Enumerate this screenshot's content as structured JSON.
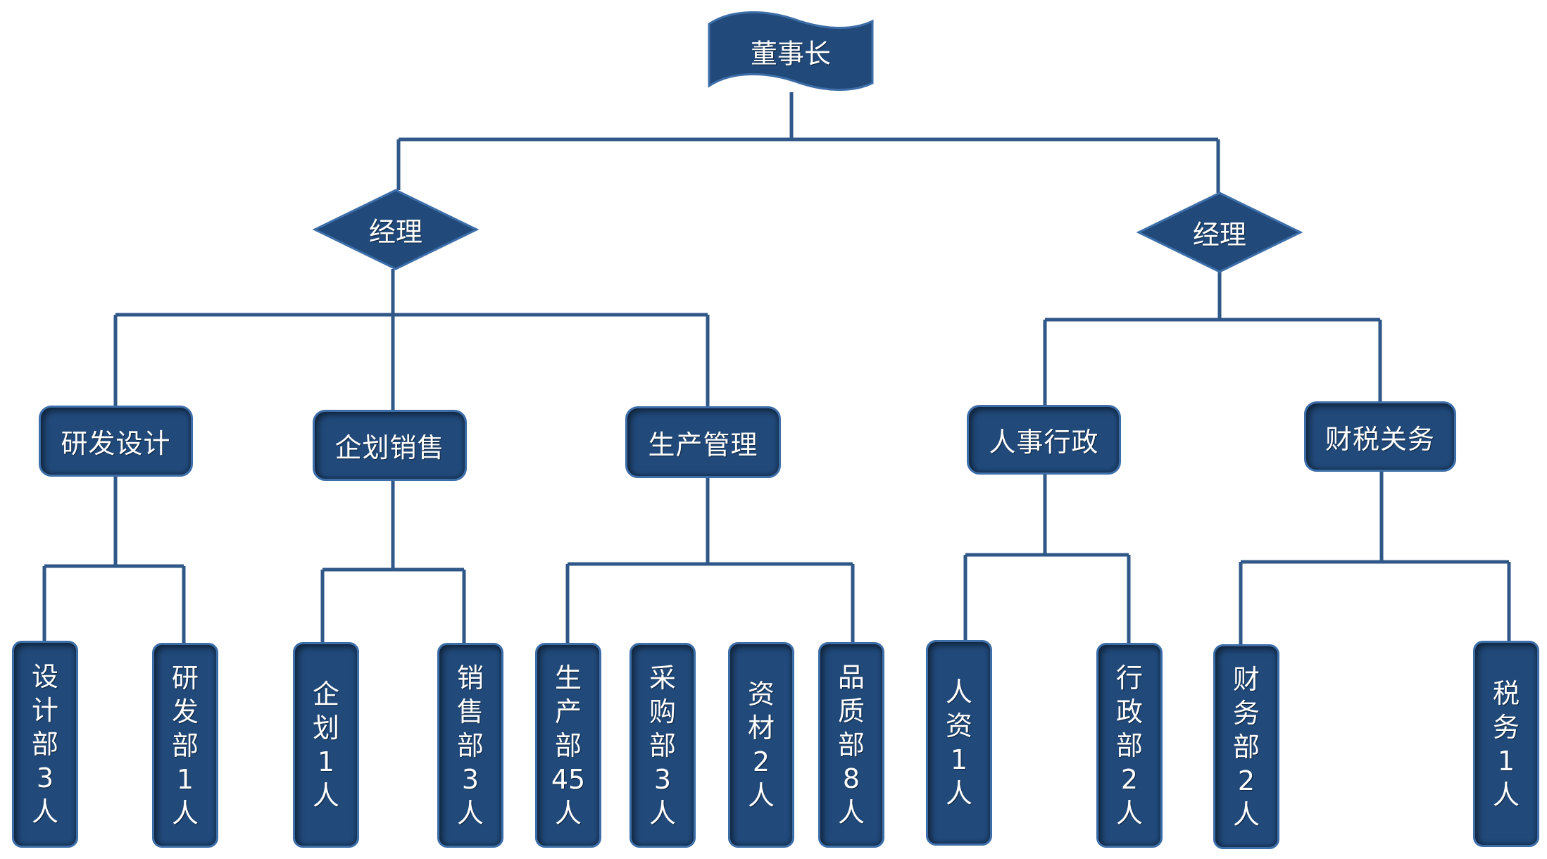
{
  "colors": {
    "node_fill": "#214a7b",
    "node_border": "#3d6ea8",
    "line": "#2f5788",
    "text": "#ffffff"
  },
  "root": {
    "label": "董事长",
    "shape": "flag"
  },
  "managers": [
    {
      "label": "经理",
      "shape": "diamond"
    },
    {
      "label": "经理",
      "shape": "diamond"
    }
  ],
  "departments": [
    {
      "label": "研发设计",
      "manager": 0,
      "units": [
        "设计部3人",
        "研发部1人"
      ]
    },
    {
      "label": "企划销售",
      "manager": 0,
      "units": [
        "企划1人",
        "销售部3人"
      ]
    },
    {
      "label": "生产管理",
      "manager": 0,
      "units": [
        "生产部45人",
        "采购部3人",
        "资材2人",
        "品质部8人"
      ]
    },
    {
      "label": "人事行政",
      "manager": 1,
      "units": [
        "人资1人",
        "行政部2人"
      ]
    },
    {
      "label": "财税关务",
      "manager": 1,
      "units": [
        "财务部2人",
        "税务1人"
      ]
    }
  ],
  "units": [
    {
      "label": "设计部3人",
      "chars": [
        "设",
        "计",
        "部",
        "3",
        "人"
      ]
    },
    {
      "label": "研发部1人",
      "chars": [
        "研",
        "发",
        "部",
        "1",
        "人"
      ]
    },
    {
      "label": "企划1人",
      "chars": [
        "企",
        "划",
        "1",
        "人"
      ]
    },
    {
      "label": "销售部3人",
      "chars": [
        "销",
        "售",
        "部",
        "3",
        "人"
      ]
    },
    {
      "label": "生产部45人",
      "chars": [
        "生",
        "产",
        "部",
        "45",
        "人"
      ]
    },
    {
      "label": "采购部3人",
      "chars": [
        "采",
        "购",
        "部",
        "3",
        "人"
      ]
    },
    {
      "label": "资材2人",
      "chars": [
        "资",
        "材",
        "2",
        "人"
      ]
    },
    {
      "label": "品质部8人",
      "chars": [
        "品",
        "质",
        "部",
        "8",
        "人"
      ]
    },
    {
      "label": "人资1人",
      "chars": [
        "人",
        "资",
        "1",
        "人"
      ]
    },
    {
      "label": "行政部2人",
      "chars": [
        "行",
        "政",
        "部",
        "2",
        "人"
      ]
    },
    {
      "label": "财务部2人",
      "chars": [
        "财",
        "务",
        "部",
        "2",
        "人"
      ]
    },
    {
      "label": "税务1人",
      "chars": [
        "税",
        "务",
        "1",
        "人"
      ]
    }
  ]
}
